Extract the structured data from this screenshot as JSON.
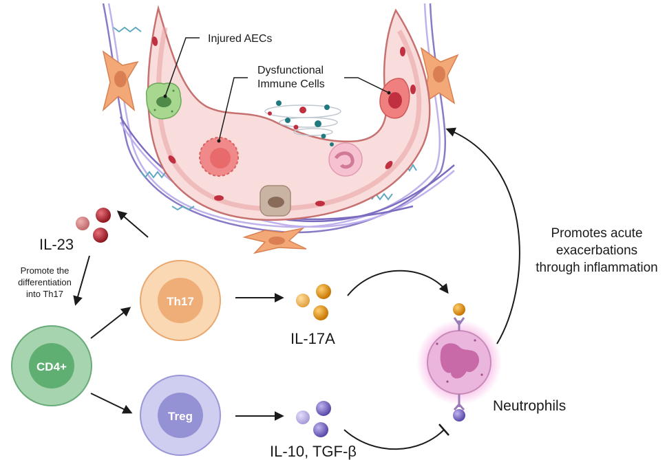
{
  "labels": {
    "injured_aecs": "Injured AECs",
    "dysfunctional_line1": "Dysfunctional",
    "dysfunctional_line2": "Immune Cells",
    "il23": "IL-23",
    "promote_line1": "Promote the",
    "promote_line2": "differentiation",
    "promote_line3": "into Th17",
    "th17": "Th17",
    "cd4": "CD4+",
    "treg": "Treg",
    "il17a": "IL-17A",
    "il10_tgfb": "IL-10, TGF-β",
    "neutrophils": "Neutrophils",
    "exac_line1": "Promotes acute",
    "exac_line2": "exacerbations",
    "exac_line3": "through inflammation"
  },
  "colors": {
    "alveolus_wall": "#d98f8f",
    "alveolus_fill": "#f9dcdc",
    "cd4_outer": "#8fc79a",
    "cd4_inner": "#5fae72",
    "th17_outer": "#f6c99a",
    "th17_inner": "#efad78",
    "treg_outer": "#b9b7e6",
    "treg_inner": "#9491d4",
    "il23_particle": "#a3202a",
    "il17a_particle": "#d98a14",
    "il10_particle": "#7b6cc2",
    "neutrophil": "#eab6de",
    "collagen": "#8b7cc0",
    "fibroblast": "#f0a070"
  }
}
